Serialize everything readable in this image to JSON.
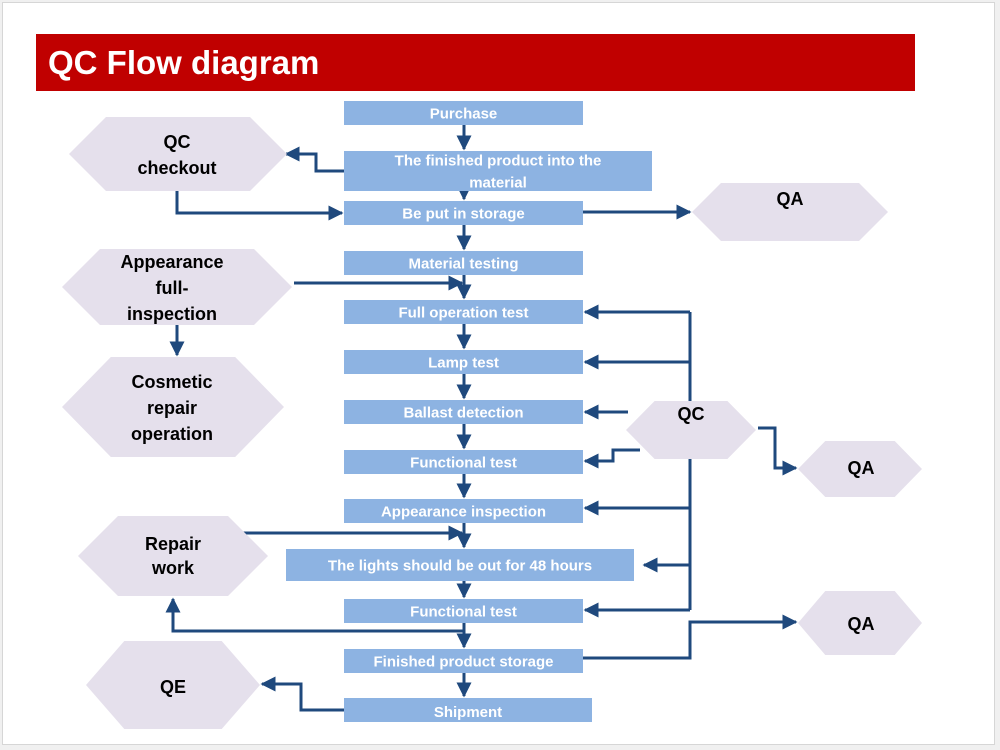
{
  "title": "QC Flow diagram",
  "colors": {
    "banner": "#c00000",
    "step_box": "#8db3e2",
    "side_hexagon": "#e5e0ec",
    "arrow": "#1f497d"
  },
  "steps": [
    {
      "id": "purchase",
      "lines": [
        "Purchase"
      ]
    },
    {
      "id": "finished-product-into-material",
      "lines": [
        "The finished product into the",
        "material"
      ]
    },
    {
      "id": "be-put-in-storage",
      "lines": [
        "Be put in storage"
      ]
    },
    {
      "id": "material-testing",
      "lines": [
        "Material testing"
      ]
    },
    {
      "id": "full-operation-test",
      "lines": [
        "Full operation test"
      ]
    },
    {
      "id": "lamp-test",
      "lines": [
        "Lamp test"
      ]
    },
    {
      "id": "ballast-detection",
      "lines": [
        "Ballast detection"
      ]
    },
    {
      "id": "functional-test-1",
      "lines": [
        "Functional test"
      ]
    },
    {
      "id": "appearance-inspection",
      "lines": [
        "Appearance inspection"
      ]
    },
    {
      "id": "lights-out-48-hours",
      "lines": [
        "The lights should be out for 48 hours"
      ]
    },
    {
      "id": "functional-test-2",
      "lines": [
        "Functional test"
      ]
    },
    {
      "id": "finished-product-storage",
      "lines": [
        "Finished product storage"
      ]
    },
    {
      "id": "shipment",
      "lines": [
        "Shipment"
      ]
    }
  ],
  "side_nodes": [
    {
      "id": "qc-checkout",
      "lines": [
        "QC",
        "checkout"
      ]
    },
    {
      "id": "qa-storage",
      "lines": [
        "QA"
      ]
    },
    {
      "id": "appearance-full-inspection",
      "lines": [
        "Appearance",
        "full-",
        "inspection"
      ]
    },
    {
      "id": "cosmetic-repair-operation",
      "lines": [
        "Cosmetic",
        "repair",
        "operation"
      ]
    },
    {
      "id": "qc-testing",
      "lines": [
        "QC"
      ]
    },
    {
      "id": "qa-functional",
      "lines": [
        "QA"
      ]
    },
    {
      "id": "repair-work",
      "lines": [
        "Repair",
        "work"
      ]
    },
    {
      "id": "qa-finished-storage",
      "lines": [
        "QA"
      ]
    },
    {
      "id": "qe",
      "lines": [
        "QE"
      ]
    }
  ]
}
